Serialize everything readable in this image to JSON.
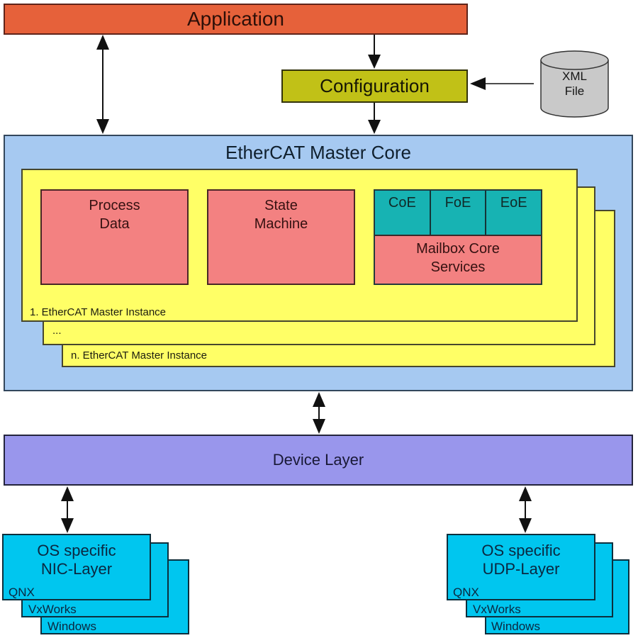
{
  "application": {
    "label": "Application"
  },
  "configuration": {
    "label": "Configuration"
  },
  "xml_file": {
    "line1": "XML",
    "line2": "File"
  },
  "core": {
    "title": "EtherCAT Master Core",
    "instance_first_label": "1. EtherCAT Master Instance",
    "instance_dots_label": "...",
    "instance_nth_label": "n. EtherCAT Master Instance",
    "process_data": {
      "line1": "Process",
      "line2": "Data"
    },
    "state_machine": {
      "line1": "State",
      "line2": "Machine"
    },
    "mailbox": {
      "protocols": [
        "CoE",
        "FoE",
        "EoE"
      ],
      "services_line1": "Mailbox Core",
      "services_line2": "Services"
    }
  },
  "device_layer": {
    "label": "Device Layer"
  },
  "nic_stack": {
    "title_line1": "OS specific",
    "title_line2": "NIC-Layer",
    "os_labels": [
      "QNX",
      "VxWorks",
      "Windows"
    ]
  },
  "udp_stack": {
    "title_line1": "OS specific",
    "title_line2": "UDP-Layer",
    "os_labels": [
      "QNX",
      "VxWorks",
      "Windows"
    ]
  },
  "colors": {
    "application": "#e6613a",
    "configuration": "#c1c117",
    "core_bg": "#a6c9f1",
    "instance_bg": "#ffff66",
    "module_bg": "#f38181",
    "protocol_bg": "#17b3b3",
    "device_bg": "#9996ec",
    "os_bg": "#00c6ef",
    "cylinder_bg": "#c9c9c9",
    "arrow": "#111111"
  }
}
